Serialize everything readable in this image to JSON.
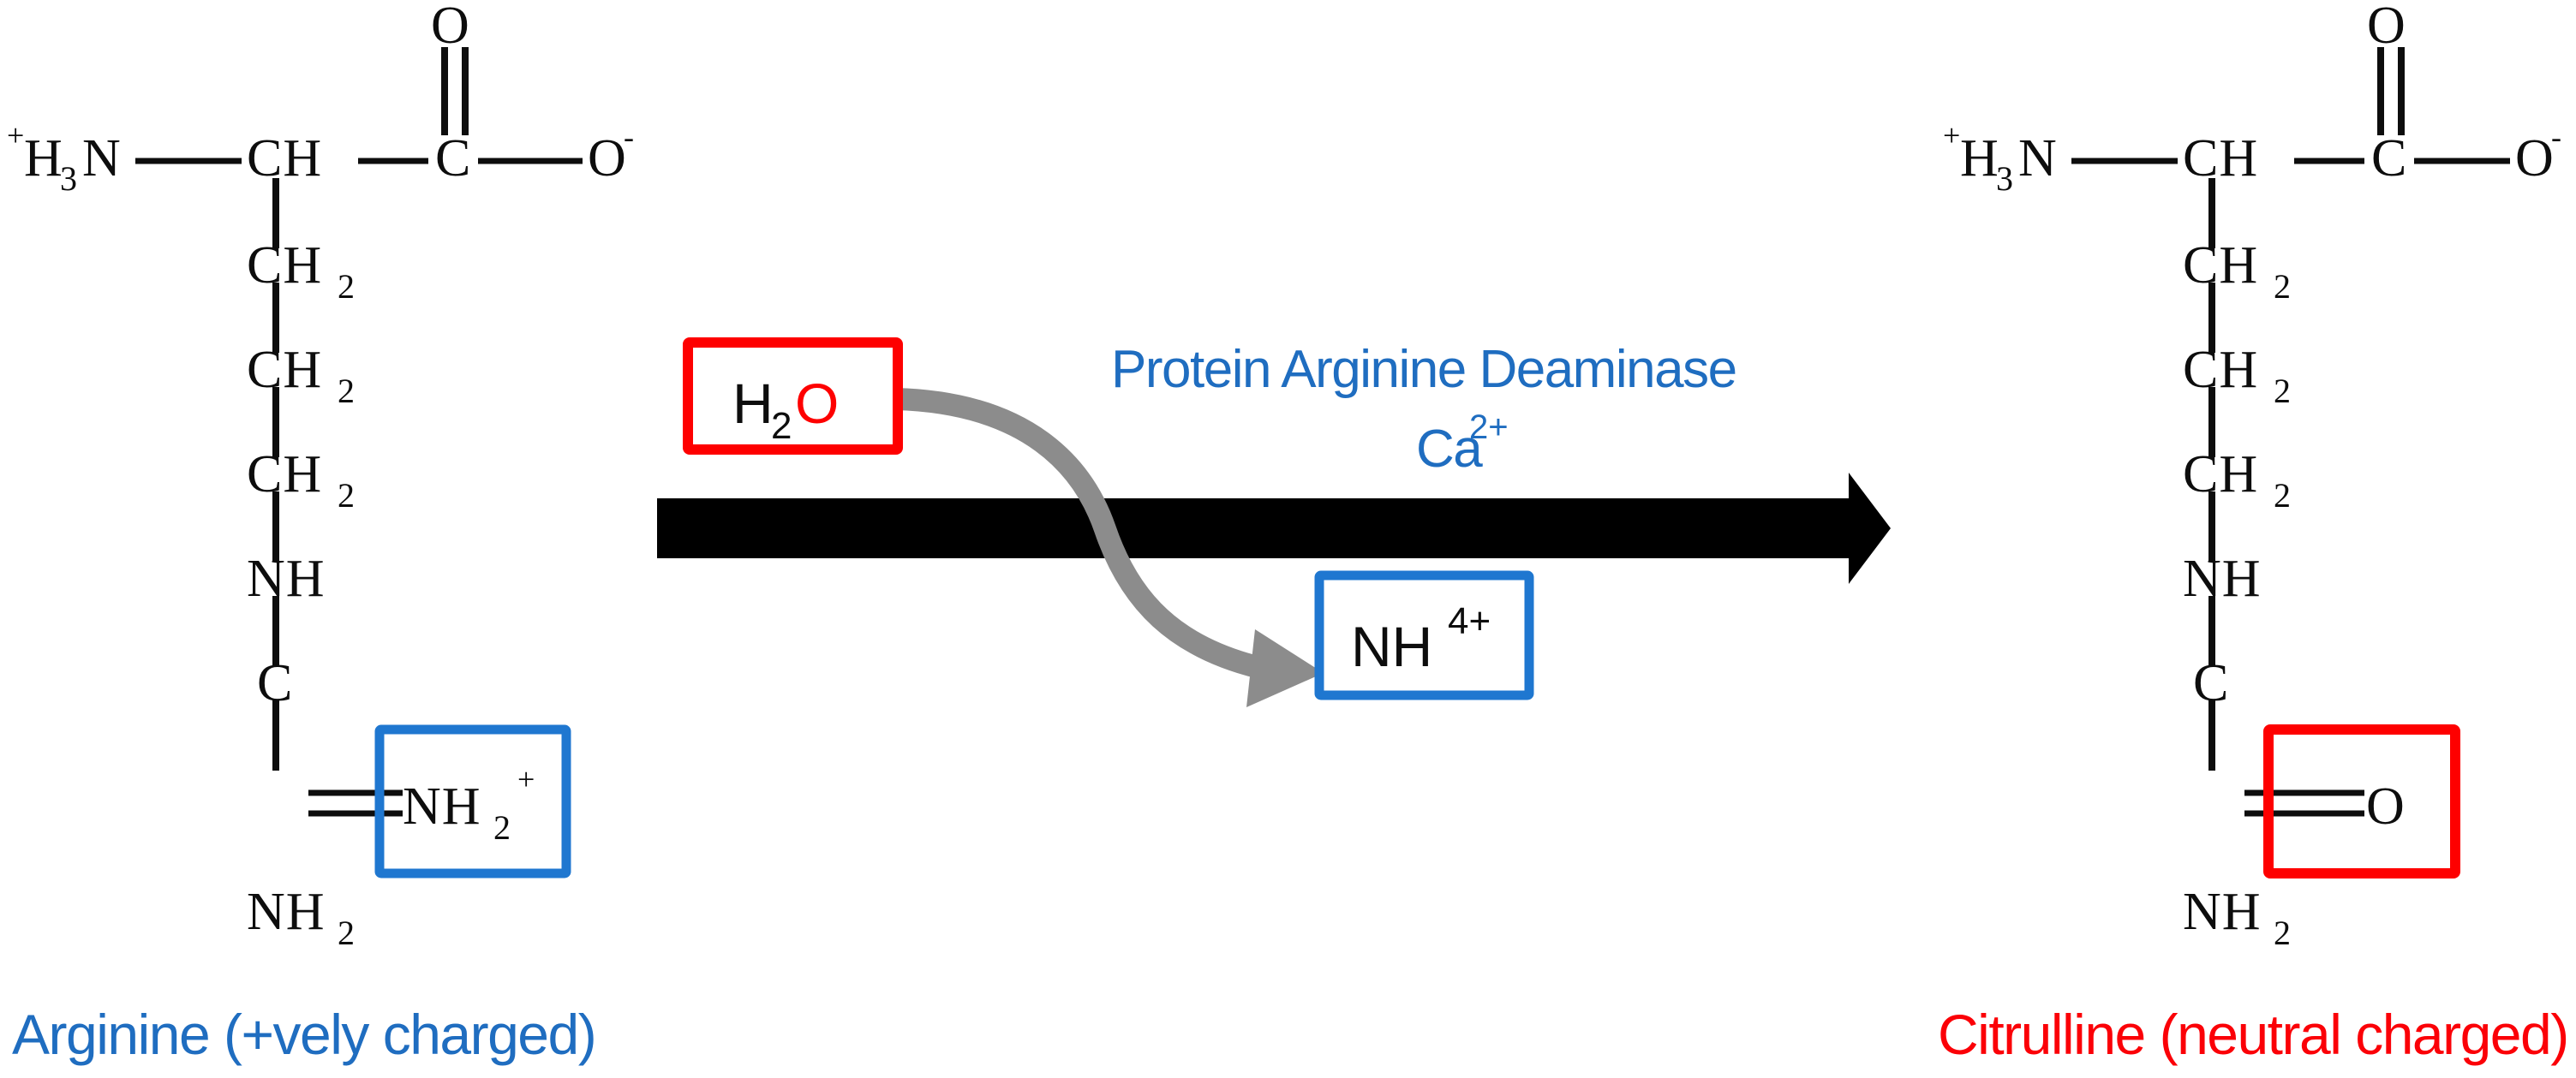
{
  "diagram": {
    "type": "biochemical-reaction",
    "title_visible": false,
    "background_color": "#ffffff",
    "colors": {
      "blue": "#1f6dc0",
      "box_blue": "#1f77d0",
      "red": "#fe0000",
      "caption_red": "#fb0007",
      "black": "#0d0d0d",
      "gray_arrow": "#8c8c8c"
    }
  },
  "reactant": {
    "caption": "Arginine (+vely charged)",
    "caption_color": "#1f6dc0",
    "backbone": {
      "amino_group": "H",
      "amino_sub": "3",
      "amino_tail": "N",
      "amino_charge": "+",
      "alpha_carbon": "CH",
      "carboxyl_carbon": "C",
      "carbonyl_oxygen": "O",
      "hydroxyl_oxygen": "O",
      "hydroxyl_charge": "-"
    },
    "side_chain": [
      {
        "label": "CH",
        "sub": "2"
      },
      {
        "label": "CH",
        "sub": "2"
      },
      {
        "label": "CH",
        "sub": "2"
      },
      {
        "label": "NH",
        "sub": ""
      },
      {
        "label": "C",
        "sub": ""
      },
      {
        "label": "NH",
        "sub": "2"
      }
    ],
    "highlighted_group": {
      "label": "NH",
      "sub": "2",
      "sup": "+",
      "box_color": "#1f77d0",
      "bond": "double"
    }
  },
  "product": {
    "caption": "Citrulline (neutral charged)",
    "caption_color": "#fb0007",
    "backbone": {
      "amino_group": "H",
      "amino_sub": "3",
      "amino_tail": "N",
      "amino_charge": "+",
      "alpha_carbon": "CH",
      "carboxyl_carbon": "C",
      "carbonyl_oxygen": "O",
      "hydroxyl_oxygen": "O",
      "hydroxyl_charge": "-"
    },
    "side_chain": [
      {
        "label": "CH",
        "sub": "2"
      },
      {
        "label": "CH",
        "sub": "2"
      },
      {
        "label": "CH",
        "sub": "2"
      },
      {
        "label": "NH",
        "sub": ""
      },
      {
        "label": "C",
        "sub": ""
      },
      {
        "label": "NH",
        "sub": "2"
      }
    ],
    "highlighted_group": {
      "label": "O",
      "sub": "",
      "sup": "",
      "box_color": "#fe0000",
      "bond": "double"
    }
  },
  "reaction": {
    "enzyme_label": "Protein Arginine Deaminase",
    "cofactor_label": "Ca",
    "cofactor_sup": "2+",
    "substrate_in": {
      "formula_head": "H",
      "formula_sub": "2",
      "formula_tail": "O",
      "head_color": "#0d0d0d",
      "tail_color": "#fe0000",
      "box_color": "#fe0000"
    },
    "product_out": {
      "formula_head": "NH",
      "formula_sup": "4+",
      "text_color": "#0d0d0d",
      "box_color": "#1f77d0"
    },
    "main_arrow_color": "#000000",
    "curved_arrow_color": "#8c8c8c"
  }
}
